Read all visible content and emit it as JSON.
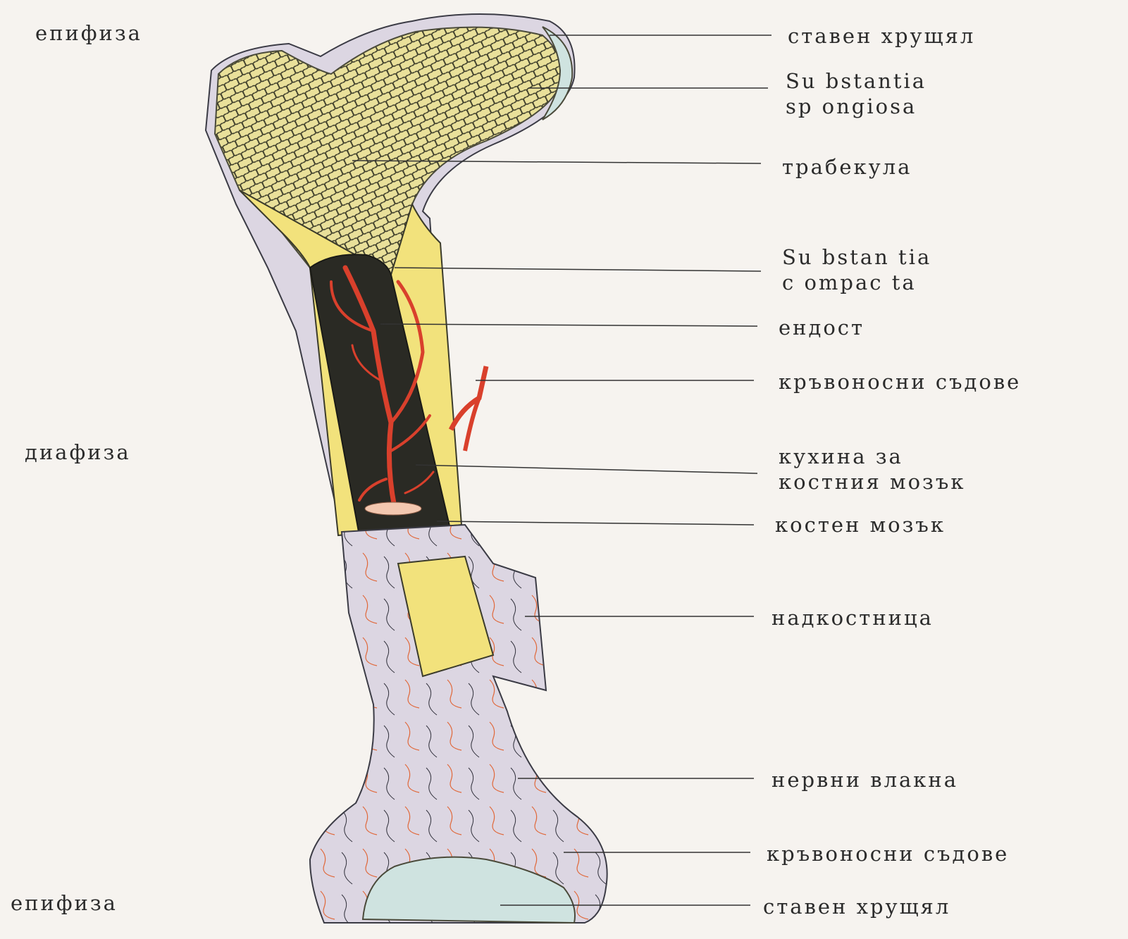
{
  "regions": {
    "epiphysis_top": "епифиза",
    "diaphysis": "диафиза",
    "epiphysis_bottom": "епифиза"
  },
  "labels": {
    "cartilage_top": "ставен хрущял",
    "spongiosa_1": "Su bstantia",
    "spongiosa_2": "sp ongiosa",
    "trabecula": "трабекула",
    "compacta_1": "Su bstan tia",
    "compacta_2": "c ompac ta",
    "endosteum": "ендост",
    "vessels_top": "кръвоносни съдове",
    "cavity_1": "кухина за",
    "cavity_2": "костния мозък",
    "marrow": "костен мозък",
    "periosteum": "надкостница",
    "nerves": "нервни влакна",
    "vessels_bottom": "кръвоносни съдове",
    "cartilage_bottom": "ставен хрущял"
  },
  "colors": {
    "background": "#f6f3ef",
    "spongy_bone": "#e9e09a",
    "compact_bone": "#f2e27c",
    "marrow": "#2a2a24",
    "vessels": "#d9402c",
    "periosteum": "#dcd6e2",
    "cartilage": "#cfe3e0",
    "leader_lines": "#333333"
  }
}
